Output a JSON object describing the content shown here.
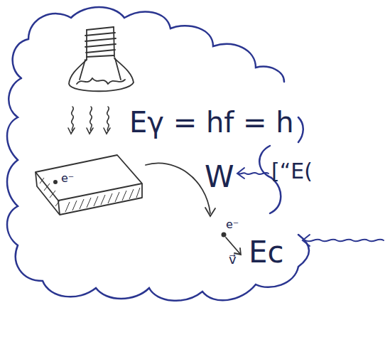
{
  "diagram": {
    "labels": [
      "Eγ = hf = h",
      "W",
      "[“E(",
      "e⁻",
      "e⁻",
      "v⃗",
      "Ec"
    ]
  }
}
